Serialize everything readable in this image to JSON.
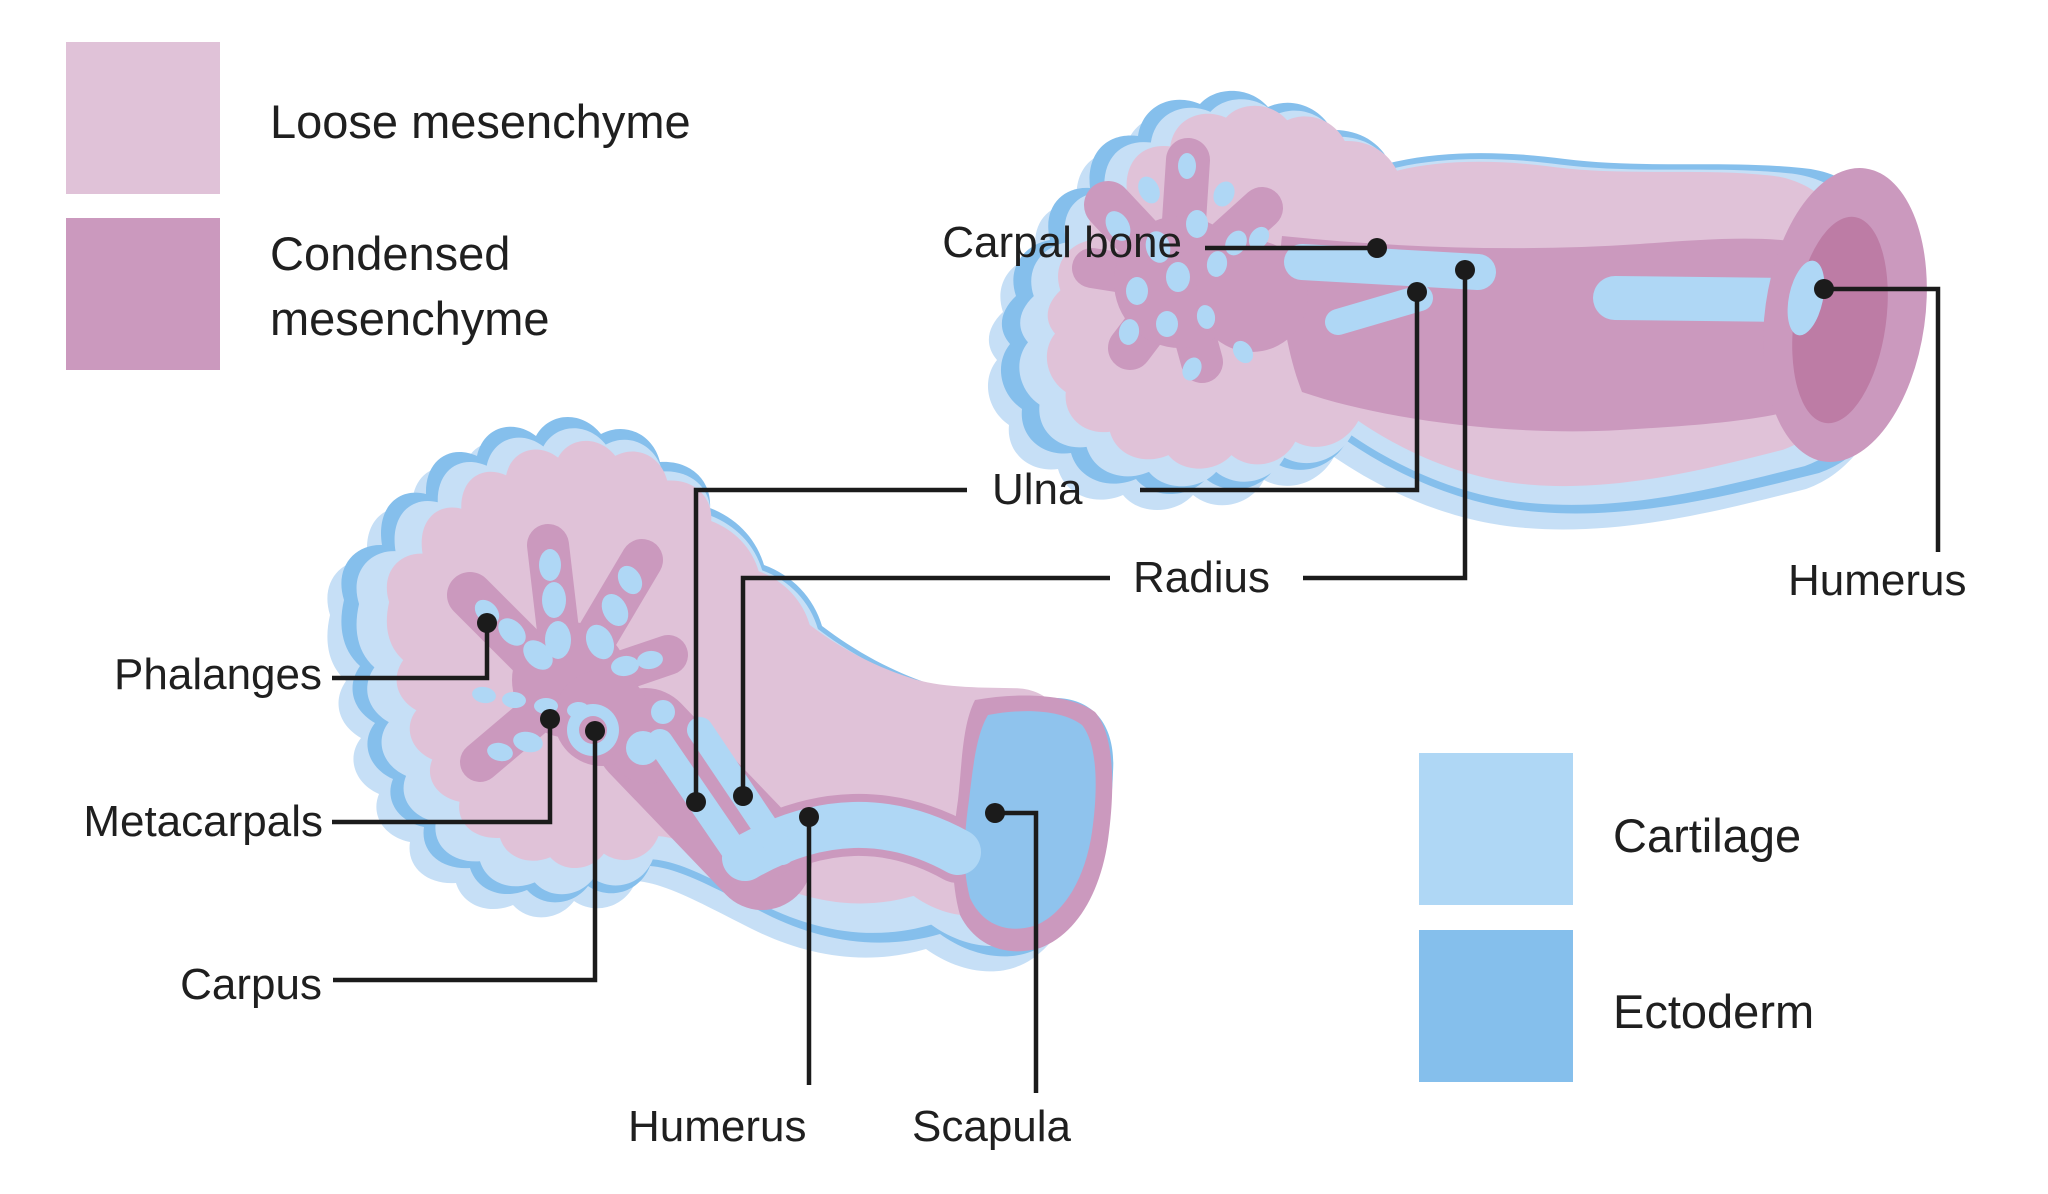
{
  "colors": {
    "loose_mesenchyme": "#E0C2D8",
    "condensed_mesenchyme": "#CB99BE",
    "cartilage": "#AFD7F5",
    "ectoderm": "#85BFEC",
    "shadow_blue": "#C6DFF6",
    "cut_core": "#BD7CA5",
    "scapula_fill": "#8FC3ED",
    "leader_line": "#1B1B1B",
    "background": "#FFFFFF"
  },
  "legend_left": {
    "items": [
      {
        "label": "Loose mesenchyme",
        "color": "#E0C2D8"
      },
      {
        "label": "Condensed mesenchyme",
        "color": "#CB99BE"
      }
    ]
  },
  "legend_right": {
    "items": [
      {
        "label": "Cartilage",
        "color": "#AFD7F5"
      },
      {
        "label": "Ectoderm",
        "color": "#85BFEC"
      }
    ]
  },
  "callouts": {
    "carpal_bone": "Carpal bone",
    "ulna": "Ulna",
    "radius": "Radius",
    "humerus_upper": "Humerus",
    "phalanges": "Phalanges",
    "metacarpals": "Metacarpals",
    "carpus": "Carpus",
    "humerus_lower": "Humerus",
    "scapula": "Scapula"
  }
}
